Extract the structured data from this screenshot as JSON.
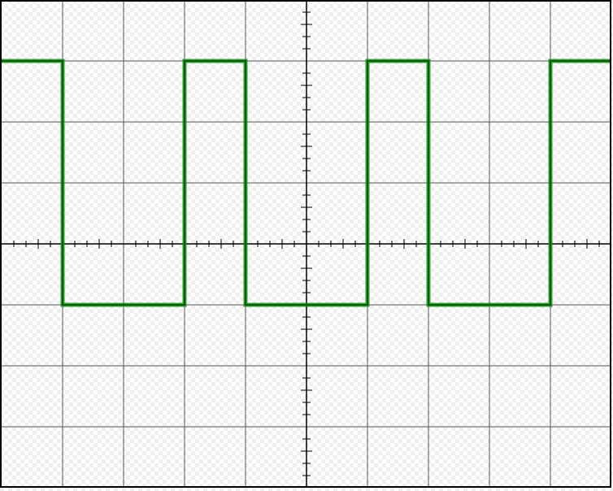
{
  "chart_data": {
    "type": "line",
    "title": "",
    "xlabel": "",
    "ylabel": "",
    "xlim": [
      -5,
      5
    ],
    "ylim": [
      -4,
      4
    ],
    "grid": true,
    "grid_divisions": {
      "x": 10,
      "y": 8
    },
    "minor_ticks_per_division": 5,
    "background_checker": true,
    "colors": {
      "trace": "#1a8a1a",
      "trace_core": "#006400",
      "grid": "#555555",
      "axis": "#000000",
      "checker": "#efefef"
    },
    "series": [
      {
        "x": [
          -5,
          -4,
          -4,
          -2,
          -2,
          -1,
          -1,
          1,
          1,
          2,
          2,
          4,
          4,
          5
        ],
        "y": [
          3,
          3,
          -1,
          -1,
          3,
          3,
          -1,
          -1,
          3,
          3,
          -1,
          -1,
          3,
          3
        ]
      }
    ]
  }
}
